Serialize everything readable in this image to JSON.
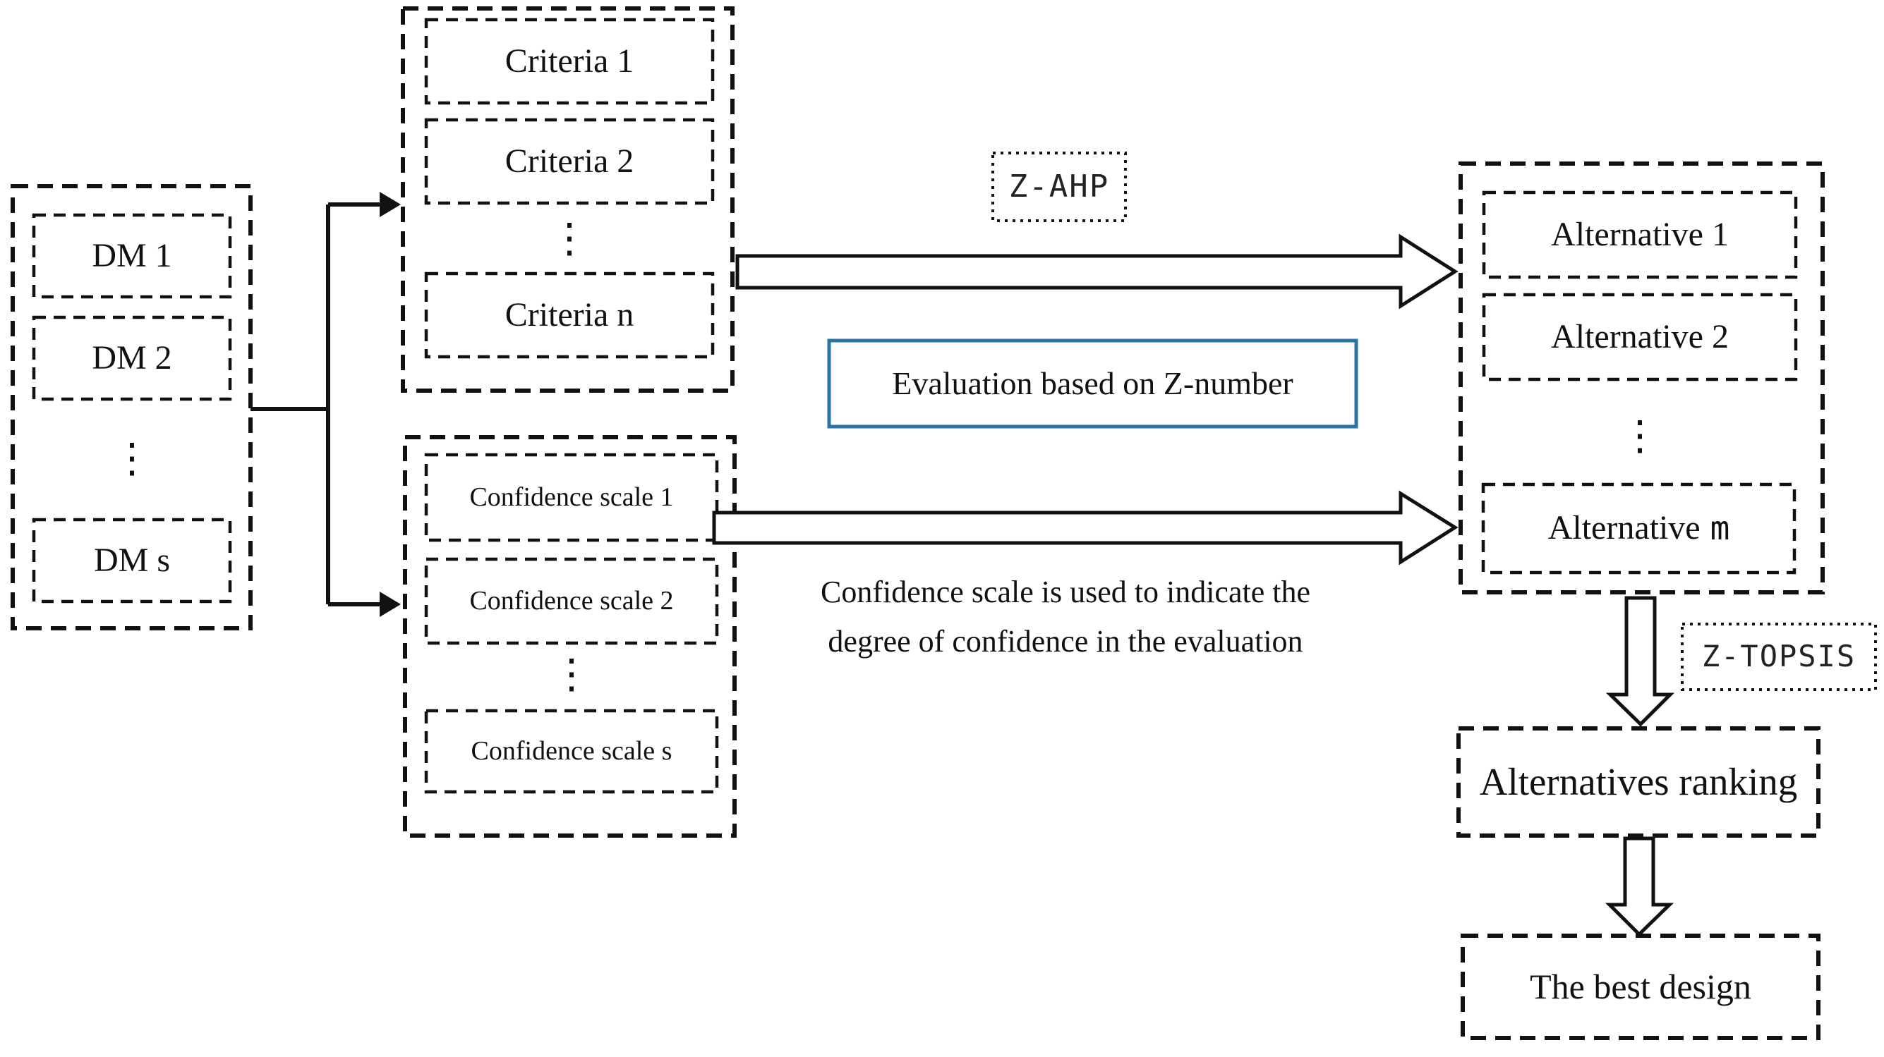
{
  "decision_makers": {
    "items": [
      "DM 1",
      "DM 2",
      "DM s"
    ],
    "ellipsis": "⋮"
  },
  "criteria": {
    "items": [
      "Criteria 1",
      "Criteria 2",
      "Criteria n"
    ],
    "ellipsis": "⋮"
  },
  "confidence": {
    "items": [
      "Confidence scale 1",
      "Confidence scale 2",
      "Confidence scale s"
    ],
    "ellipsis": "⋮",
    "note_line1": "Confidence scale is used to indicate the",
    "note_line2": "degree of confidence in the evaluation"
  },
  "alternatives": {
    "items": [
      "Alternative 1",
      "Alternative 2"
    ],
    "last_prefix": "Alternative",
    "last_suffix": "m",
    "ellipsis": "⋮"
  },
  "process": {
    "z_ahp_label": "Z-AHP",
    "z_topsis_label": "Z-TOPSIS",
    "evaluation_label": "Evaluation based on Z-number",
    "ranking_label": "Alternatives ranking",
    "best_design_label": "The best design"
  },
  "colors": {
    "line": "#111111",
    "evaluation_border": "#2a74a4",
    "background": "#ffffff"
  }
}
